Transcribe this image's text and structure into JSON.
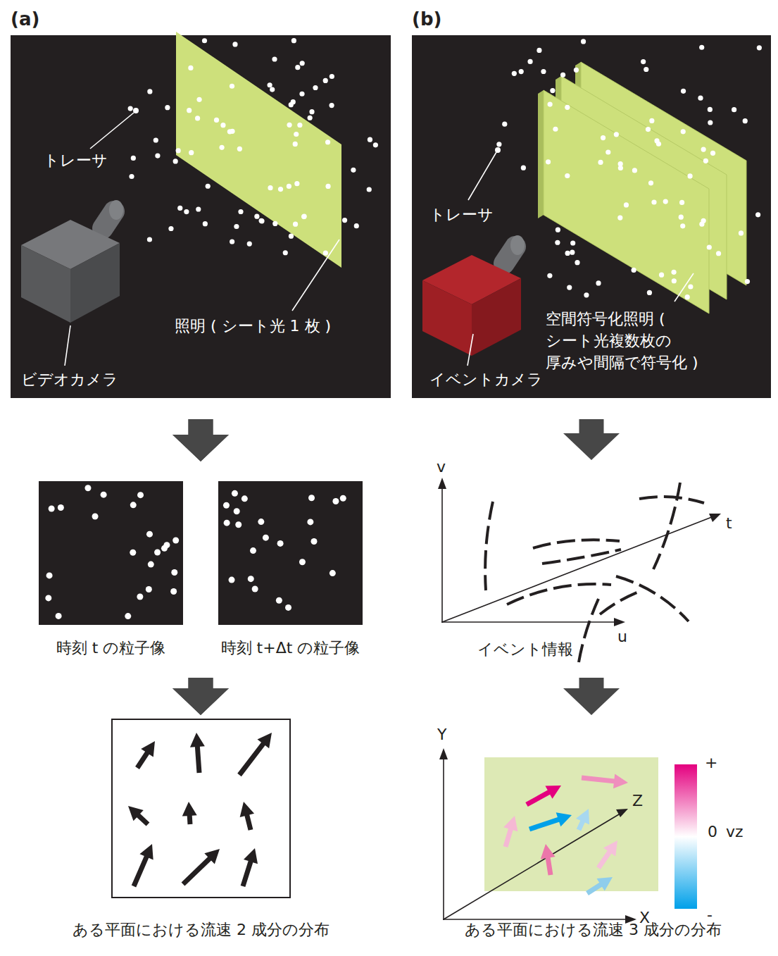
{
  "diagram": {
    "nodes": [
      {
        "text": [
          "(a)",
          "トレーサ",
          "照明 ( シート光 1 枚 )",
          "ビデオカメラ"
        ]
      },
      {
        "text": [
          "時刻 t の粒子像"
        ]
      },
      {
        "text": [
          "時刻 t+Δt の粒子像"
        ]
      },
      {
        "text": [
          "ある平面における流速 2 成分の分布"
        ]
      },
      {
        "text": [
          "(b)",
          "トレーサ",
          "空間符号化照明 ( シート光複数枚の 厚みや間隔で符号化 )",
          "イベントカメラ"
        ]
      },
      {
        "text": [
          "イベント情報"
        ]
      },
      {
        "text": [
          "ある平面における流速 3 成分の分布"
        ]
      }
    ],
    "edges": [
      {
        "from": 0,
        "to": 1,
        "arrow": "to"
      },
      {
        "from": 0,
        "to": 2,
        "arrow": "to"
      },
      {
        "from": 1,
        "to": 3,
        "arrow": "to"
      },
      {
        "from": 2,
        "to": 3,
        "arrow": "to"
      },
      {
        "from": 4,
        "to": 5,
        "arrow": "to"
      },
      {
        "from": 5,
        "to": 6,
        "arrow": "to"
      }
    ],
    "labels": [
      "v",
      "u",
      "t",
      "Y",
      "X",
      "Z",
      "+",
      "0",
      "vz",
      "-"
    ]
  }
}
